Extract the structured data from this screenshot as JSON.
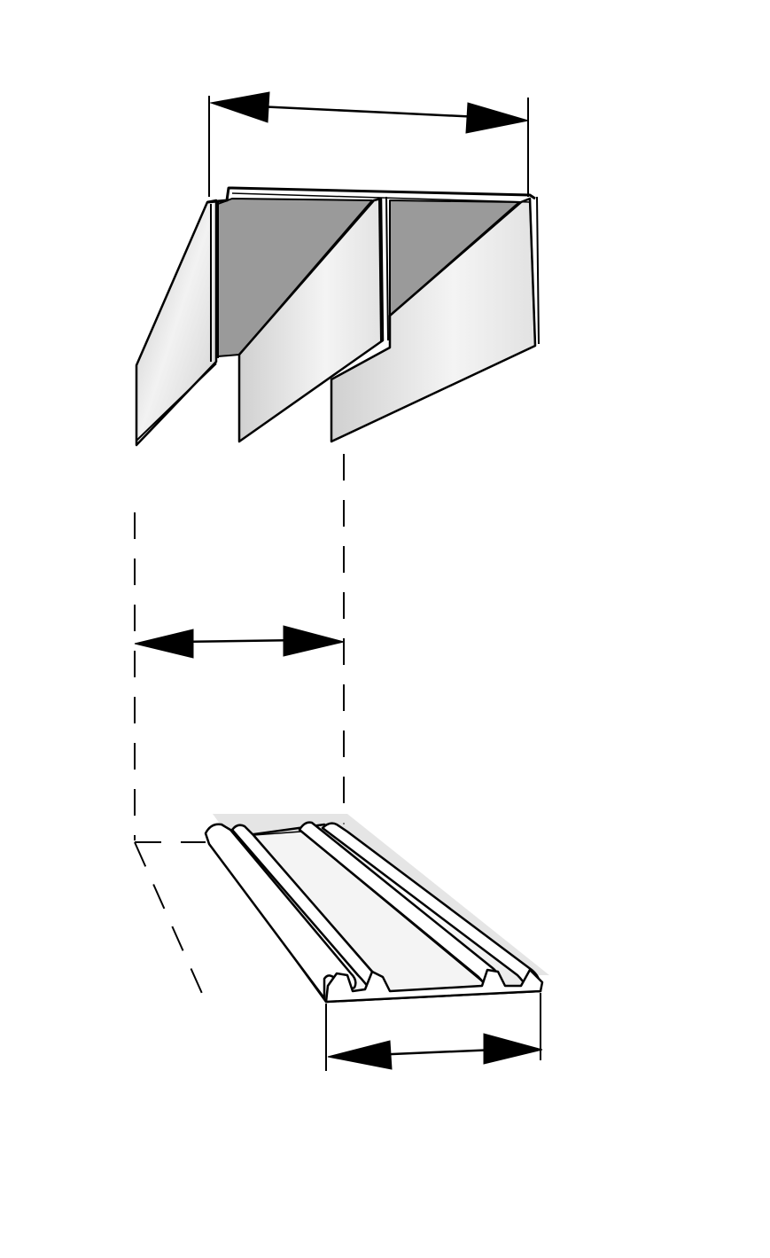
{
  "diagram": {
    "subject": "",
    "colors": {
      "stroke": "#000000",
      "face_dark": "#9e9e9e",
      "face_light": "#dcdcdc",
      "face_white": "#ffffff",
      "shadow": "#c8c8c8"
    },
    "parts": [
      {
        "id": "top-track",
        "kind": "double-channel-rail"
      },
      {
        "id": "bottom-track",
        "kind": "double-groove-guide"
      }
    ],
    "dimensions": [
      {
        "id": "top-track-width",
        "label": ""
      },
      {
        "id": "channel-width",
        "label": ""
      },
      {
        "id": "bottom-track-width",
        "label": ""
      }
    ]
  }
}
